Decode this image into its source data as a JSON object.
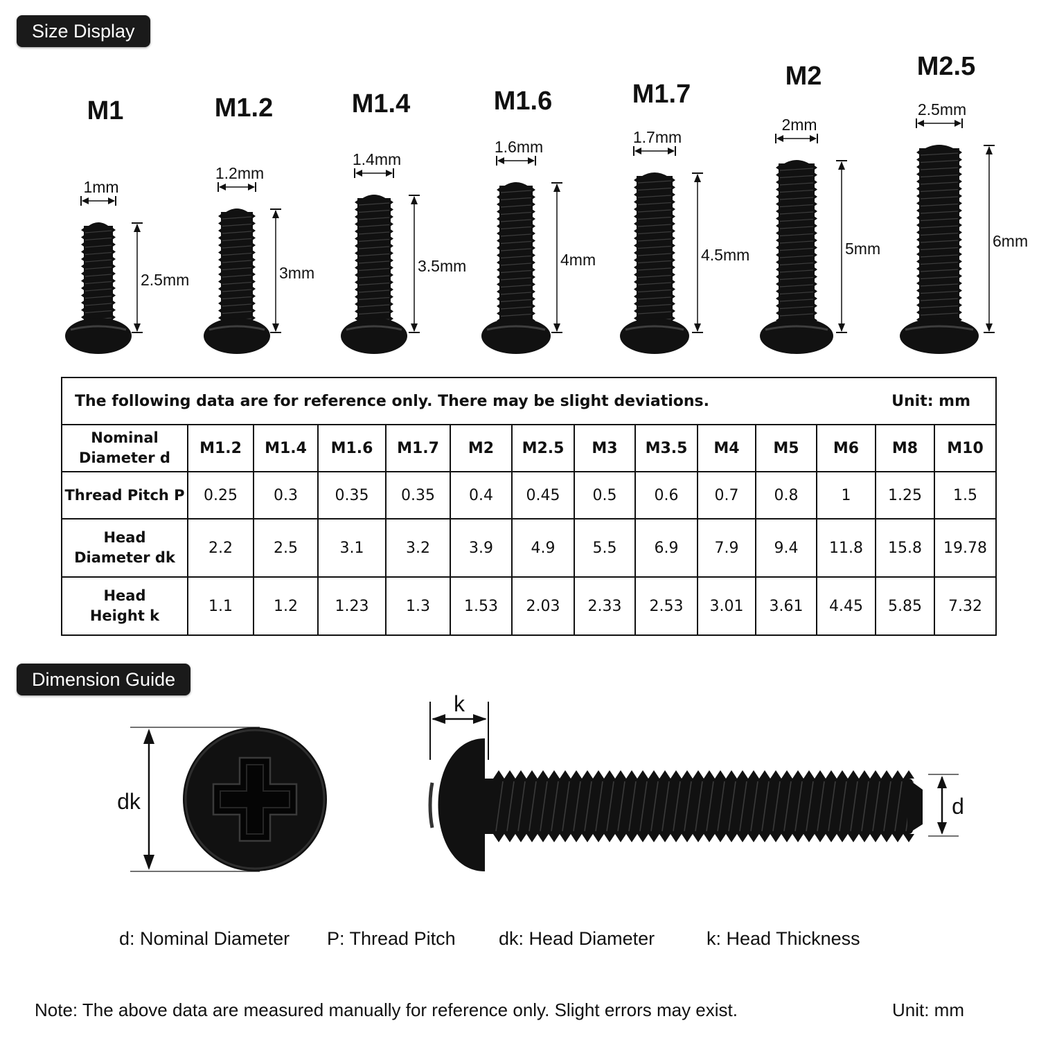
{
  "size_display": {
    "title": "Size Display",
    "screws": [
      {
        "size": "M1",
        "diameter": "1mm",
        "length": "2.5mm"
      },
      {
        "size": "M1.2",
        "diameter": "1.2mm",
        "length": "3mm"
      },
      {
        "size": "M1.4",
        "diameter": "1.4mm",
        "length": "3.5mm"
      },
      {
        "size": "M1.6",
        "diameter": "1.6mm",
        "length": "4mm"
      },
      {
        "size": "M1.7",
        "diameter": "1.7mm",
        "length": "4.5mm"
      },
      {
        "size": "M2",
        "diameter": "2mm",
        "length": "5mm"
      },
      {
        "size": "M2.5",
        "diameter": "2.5mm",
        "length": "6mm"
      }
    ]
  },
  "table": {
    "notice": "The following data are for reference only. There may be slight deviations.",
    "unit": "Unit: mm",
    "header_label": [
      "Nominal",
      "Diameter d"
    ],
    "columns": [
      "M1.2",
      "M1.4",
      "M1.6",
      "M1.7",
      "M2",
      "M2.5",
      "M3",
      "M3.5",
      "M4",
      "M5",
      "M6",
      "M8",
      "M10"
    ],
    "rows": [
      {
        "label": [
          "Thread Pitch P"
        ],
        "values": [
          "0.25",
          "0.3",
          "0.35",
          "0.35",
          "0.4",
          "0.45",
          "0.5",
          "0.6",
          "0.7",
          "0.8",
          "1",
          "1.25",
          "1.5"
        ]
      },
      {
        "label": [
          "Head",
          "Diameter dk"
        ],
        "values": [
          "2.2",
          "2.5",
          "3.1",
          "3.2",
          "3.9",
          "4.9",
          "5.5",
          "6.9",
          "7.9",
          "9.4",
          "11.8",
          "15.8",
          "19.78"
        ]
      },
      {
        "label": [
          "Head",
          "Height k"
        ],
        "values": [
          "1.1",
          "1.2",
          "1.23",
          "1.3",
          "1.53",
          "2.03",
          "2.33",
          "2.53",
          "3.01",
          "3.61",
          "4.45",
          "5.85",
          "7.32"
        ]
      }
    ]
  },
  "dimension_guide": {
    "title": "Dimension Guide",
    "labels": {
      "dk": "dk",
      "k": "k",
      "d": "d"
    },
    "legend": [
      "d:  Nominal Diameter",
      "P:  Thread Pitch",
      "dk:  Head Diameter",
      "k:  Head Thickness"
    ]
  },
  "footer": {
    "note": "Note: The above data are measured manually for reference only. Slight errors may exist.",
    "unit": "Unit:  mm"
  },
  "colors": {
    "screw": "#111111",
    "badge": "#1a1a1a",
    "text": "#111111"
  }
}
